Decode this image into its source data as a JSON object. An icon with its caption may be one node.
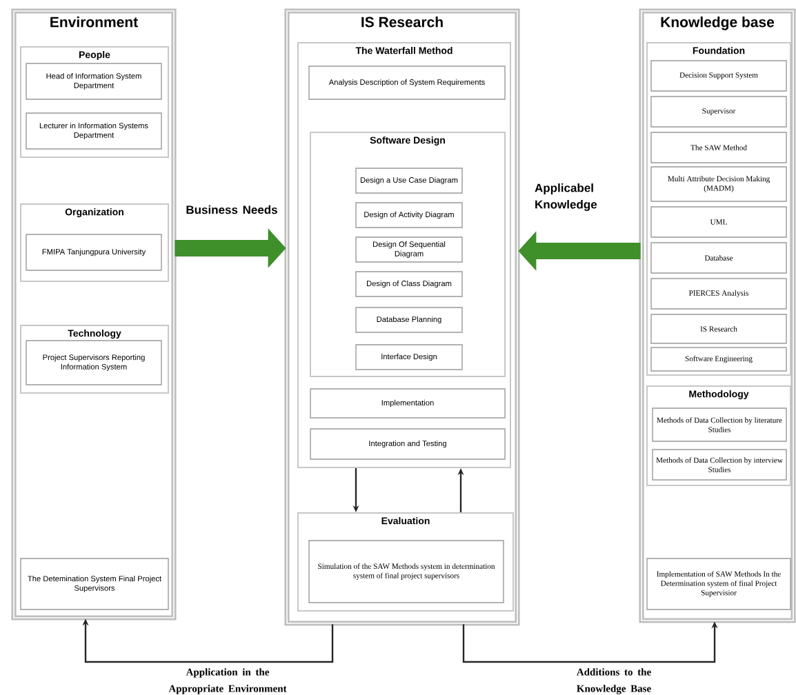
{
  "diagram": {
    "nodes": [
      {
        "text": [
          "Environment"
        ]
      },
      {
        "text": [
          "People"
        ],
        "in": 0
      },
      {
        "text": [
          "Head of Information System Department"
        ],
        "in": 1
      },
      {
        "text": [
          "Lecturer in Information Systems Department"
        ],
        "in": 1
      },
      {
        "text": [
          "Organization"
        ],
        "in": 0
      },
      {
        "text": [
          "FMIPA Tanjungpura University"
        ],
        "in": 4
      },
      {
        "text": [
          "Technology"
        ],
        "in": 0
      },
      {
        "text": [
          "Project Supervisors Reporting Information System"
        ],
        "in": 6
      },
      {
        "text": [
          "The Detemination System Final Project Supervisors"
        ],
        "in": 0
      },
      {
        "text": [
          "IS Research"
        ]
      },
      {
        "text": [
          "The Waterfall Method"
        ],
        "in": 9
      },
      {
        "text": [
          "Analysis Description of System Requirements"
        ],
        "in": 10
      },
      {
        "text": [
          "Software Design"
        ],
        "in": 10
      },
      {
        "text": [
          "Design a Use Case Diagram"
        ],
        "in": 12
      },
      {
        "text": [
          "Design of Activity Diagram"
        ],
        "in": 12
      },
      {
        "text": [
          "Design Of Sequential Diagram"
        ],
        "in": 12
      },
      {
        "text": [
          "Design of Class Diagram"
        ],
        "in": 12
      },
      {
        "text": [
          "Database Planning"
        ],
        "in": 12
      },
      {
        "text": [
          "Interface Design"
        ],
        "in": 12
      },
      {
        "text": [
          "Implementation"
        ],
        "in": 10
      },
      {
        "text": [
          "Integration and Testing"
        ],
        "in": 10
      },
      {
        "text": [
          "Evaluation"
        ],
        "in": 9
      },
      {
        "text": [
          "Simulation of the SAW Methods system in determination system of final project supervisors"
        ],
        "in": 21
      },
      {
        "text": [
          "Knowledge base"
        ]
      },
      {
        "text": [
          "Foundation"
        ],
        "in": 23
      },
      {
        "text": [
          "Decision Support System"
        ],
        "in": 24
      },
      {
        "text": [
          "Supervisor"
        ],
        "in": 24
      },
      {
        "text": [
          "The SAW Method"
        ],
        "in": 24
      },
      {
        "text": [
          "Multi Attribute Decision Making (MADM)"
        ],
        "in": 24
      },
      {
        "text": [
          "UML"
        ],
        "in": 24
      },
      {
        "text": [
          "Database"
        ],
        "in": 24
      },
      {
        "text": [
          "PIERCES Analysis"
        ],
        "in": 24
      },
      {
        "text": [
          "IS Research"
        ],
        "in": 24
      },
      {
        "text": [
          "Software Engineering"
        ],
        "in": 24
      },
      {
        "text": [
          "Methodology"
        ],
        "in": 23
      },
      {
        "text": [
          "Methods of Data Collection by literature Studies"
        ],
        "in": 34
      },
      {
        "text": [
          "Methods of Data Collection by interview Studies"
        ],
        "in": 34
      },
      {
        "text": [
          "Implementation of SAW Methods In the Determination system of final Project Supervisior"
        ],
        "in": 23
      }
    ],
    "edges": [
      {
        "from": 0,
        "to": 9,
        "arrow": "to",
        "label": "Business Needs",
        "style": "thick",
        "color": "#3f8f2b"
      },
      {
        "from": 23,
        "to": 9,
        "arrow": "to",
        "label": "Applicabel Knowledge",
        "style": "thick",
        "color": "#3f8f2b"
      },
      {
        "from": 10,
        "to": 21,
        "arrow": "to"
      },
      {
        "from": 21,
        "to": 10,
        "arrow": "to"
      },
      {
        "from": 9,
        "to": 0,
        "arrow": "to",
        "label": "Application in the Appropriate Environment"
      },
      {
        "from": 9,
        "to": 23,
        "arrow": "to",
        "label": "Additions to the Knowledge Base"
      }
    ]
  }
}
